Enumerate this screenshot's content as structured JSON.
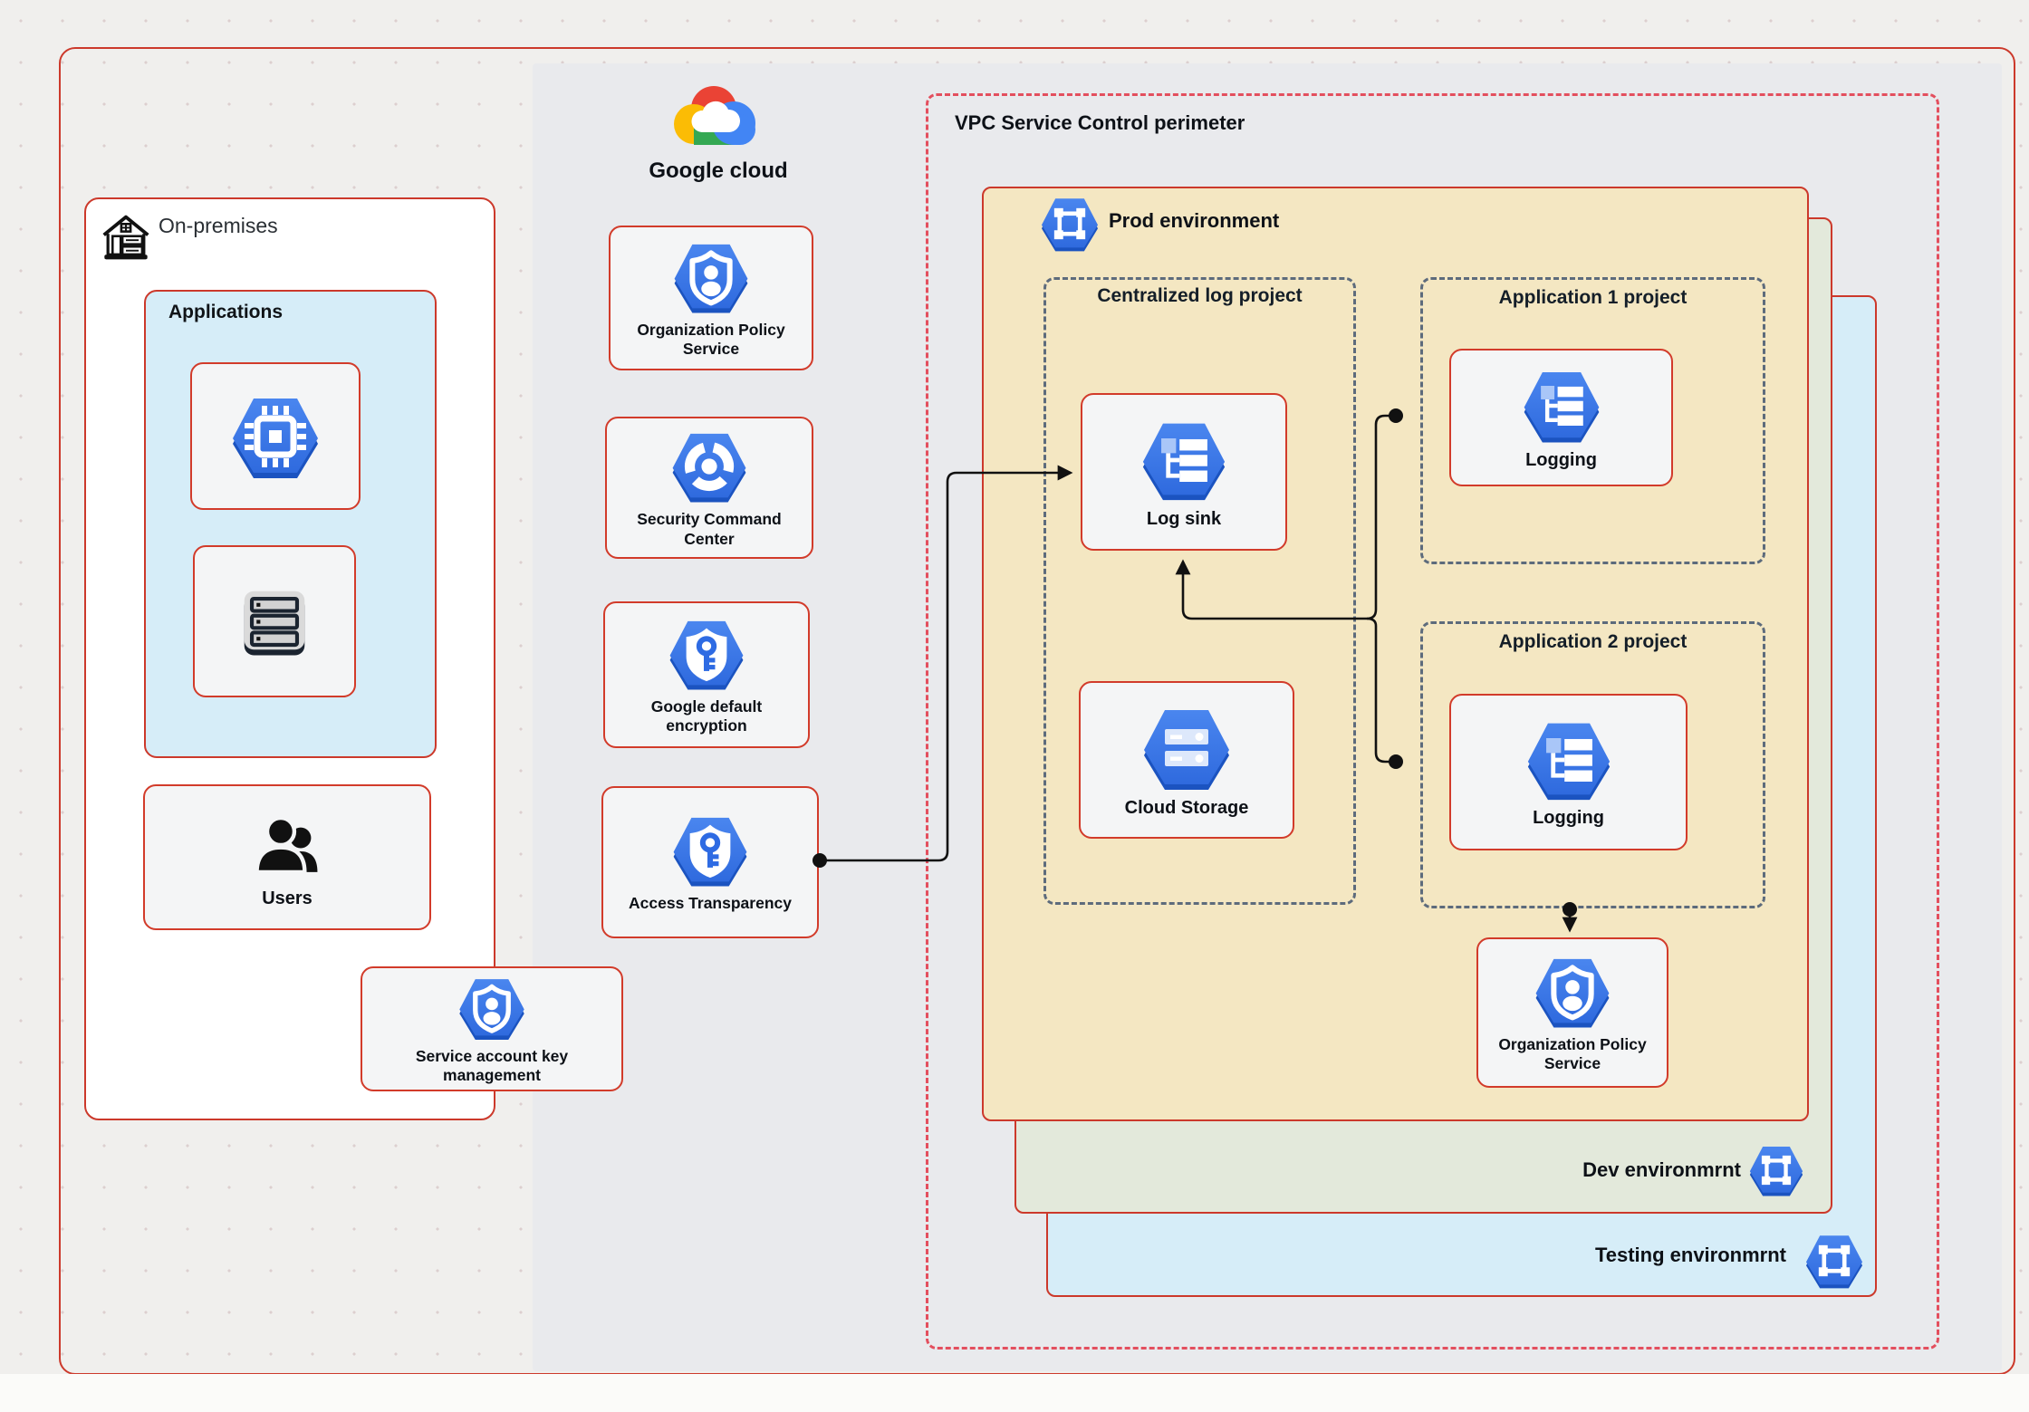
{
  "google_cloud": {
    "label": "Google cloud"
  },
  "on_premises": {
    "label": "On-premises",
    "applications_label": "Applications",
    "users_label": "Users",
    "service_account_key_label": "Service account key management"
  },
  "shared_services": [
    {
      "label": "Organization Policy Service",
      "icon": "shield-person"
    },
    {
      "label": "Security Command Center",
      "icon": "shield-target"
    },
    {
      "label": "Google default encryption",
      "icon": "key-shield"
    },
    {
      "label": "Access Transparency",
      "icon": "key-shield"
    }
  ],
  "vpc": {
    "label": "VPC Service Control perimeter"
  },
  "environments": {
    "prod": {
      "label": "Prod environment",
      "centralized_log_project": {
        "label": "Centralized log project",
        "log_sink": "Log sink",
        "cloud_storage": "Cloud Storage"
      },
      "application_1": {
        "label": "Application 1 project",
        "logging": "Logging"
      },
      "application_2": {
        "label": "Application 2 project",
        "logging": "Logging"
      },
      "org_policy": "Organization Policy Service"
    },
    "dev": {
      "label": "Dev environmrnt"
    },
    "testing": {
      "label": "Testing environmrnt"
    }
  },
  "colors": {
    "solid_border_red": "#cc392b",
    "dashed_perimeter_red": "#e34f5e",
    "project_dash_gray": "#5d6b7c",
    "hexagon_blue": "#3b76e6",
    "prod_tan": "#f4e7c2",
    "dev_green": "#e3e9db",
    "testing_blue": "#d6edf8",
    "panel_gray": "#e9eaed"
  }
}
